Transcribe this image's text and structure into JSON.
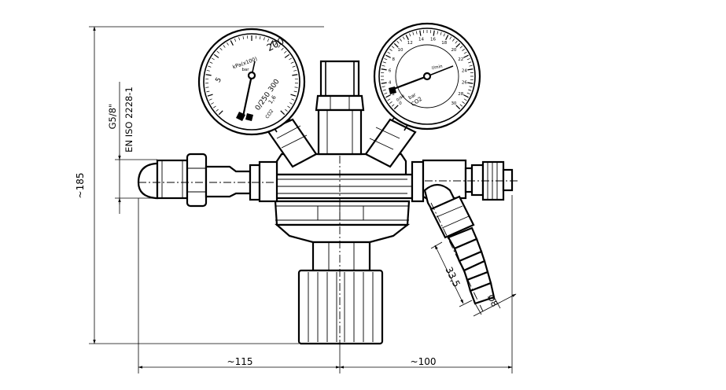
{
  "dimensions": {
    "height": "~185",
    "left_width": "~115",
    "right_width": "~100",
    "inlet_thread": "G5/8\"",
    "inlet_standard": "EN ISO 2228-1",
    "hose_length": "33,5",
    "hose_diameter": "Ø8"
  },
  "left_gauge": {
    "scale_top": "200",
    "label_kpa": "kPa(x100)",
    "label_bar": "bar",
    "label_max": "0/250 300",
    "label_class": "1,6",
    "label_co2": "CO2",
    "label_side": "5"
  },
  "right_gauge": {
    "tick_numbers": [
      "0",
      "2",
      "4",
      "6",
      "8",
      "10",
      "12",
      "14",
      "16",
      "18",
      "20",
      "22",
      "24",
      "26",
      "28",
      "30"
    ],
    "label_unit": "bar",
    "label_inner": "l/min",
    "label_class": "CO2",
    "label_note": "0/40"
  },
  "colors": {
    "line": "#000000",
    "background": "#ffffff"
  }
}
